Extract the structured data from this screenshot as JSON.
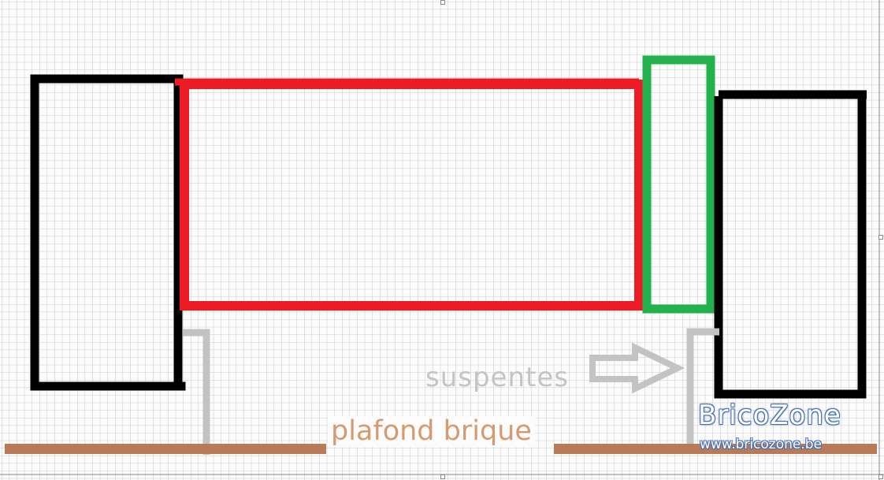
{
  "labels": {
    "suspentes": "suspentes",
    "plafond": "plafond brique"
  },
  "watermark": {
    "name": "BricoZone",
    "url": "www.bricozone.be"
  },
  "colors": {
    "background": "#fcfcfc",
    "grid": "#bdbdbd",
    "outline_black": "#000000",
    "outline_red": "#ed1c24",
    "outline_green": "#22b14c",
    "suspension_gray": "#c3c3c3",
    "ceiling_brown": "#b97a57",
    "label_brown": "#d79a6e",
    "watermark_blue": "#4a72b4"
  }
}
